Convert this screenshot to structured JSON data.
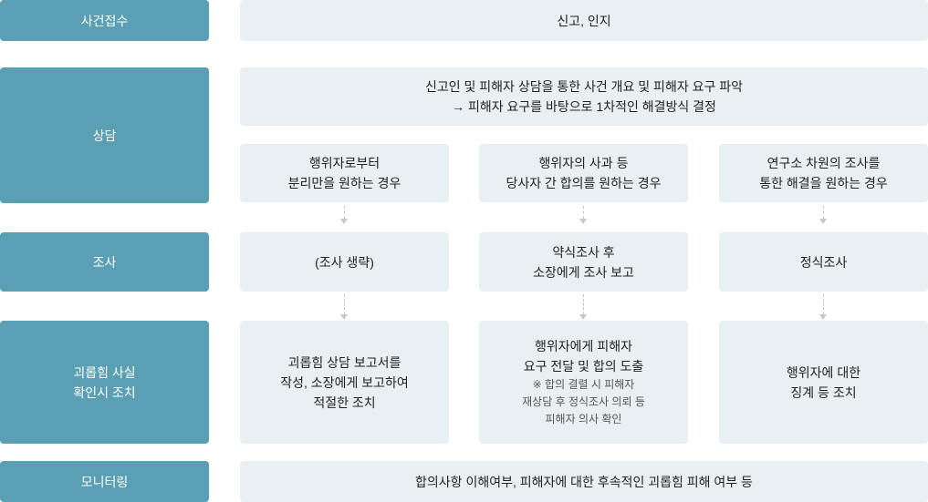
{
  "stages": {
    "receipt": "사건접수",
    "counseling": "상담",
    "investigation": "조사",
    "action": [
      "괴롭힘 사실",
      "확인시 조치"
    ],
    "monitoring": "모니터링"
  },
  "receipt_box": "신고, 인지",
  "counseling_box": [
    "신고인 및 피해자 상담을 통한 사건 개요 및 피해자 요구 파악",
    "→ 피해자 요구를 바탕으로 1차적인 해결방식 결정"
  ],
  "cases": [
    [
      "행위자로부터",
      "분리만을 원하는 경우"
    ],
    [
      "행위자의 사과 등",
      "당사자 간 합의를 원하는 경우"
    ],
    [
      "연구소 차원의 조사를",
      "통한 해결을 원하는 경우"
    ]
  ],
  "investigations": [
    [
      "(조사 생략)"
    ],
    [
      "약식조사 후",
      "소장에게 조사 보고"
    ],
    [
      "정식조사"
    ]
  ],
  "actions": [
    [
      "괴롭힘 상담 보고서를",
      "작성, 소장에게 보고하여",
      "적절한 조치"
    ],
    [
      "행위자에게 피해자",
      "요구 전달 및 합의 도출"
    ],
    [
      "행위자에 대한",
      "징계 등 조치"
    ]
  ],
  "action_note": [
    "※ 합의 결렬 시 피해자",
    "재상담 후 정식조사 의뢰 등",
    "피해자 의사 확인"
  ],
  "monitoring_box": "합의사항 이해여부, 피해자에 대한 후속적인 괴롭힘 피해 여부 등",
  "colors": {
    "stage": "#5b9fb4",
    "box": "#e9f0f3",
    "arrow": "#c4c4c4"
  }
}
